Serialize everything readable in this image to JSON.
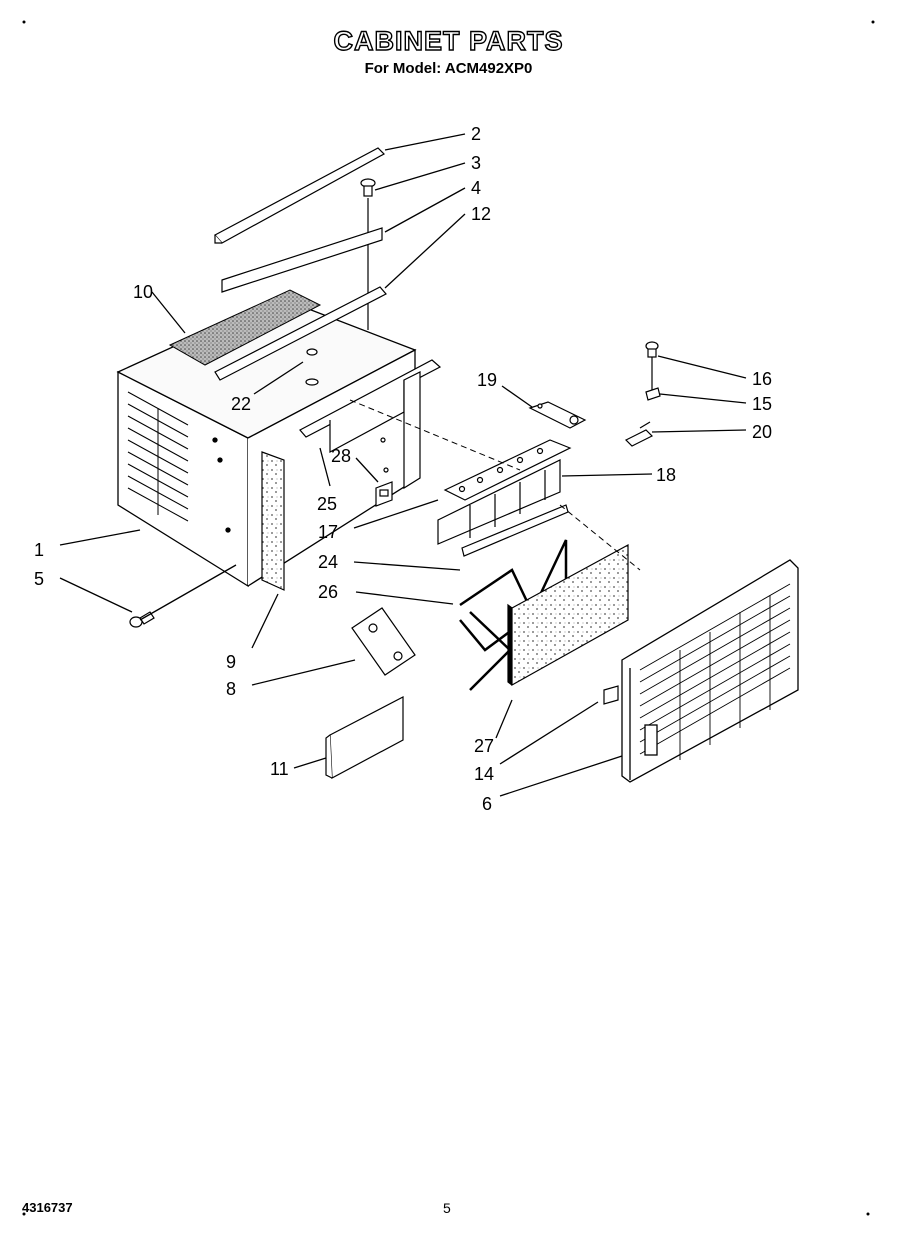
{
  "header": {
    "title": "CABINET PARTS",
    "subtitle": "For Model: ACM492XP0"
  },
  "callouts": [
    "1",
    "2",
    "3",
    "4",
    "5",
    "6",
    "8",
    "9",
    "10",
    "11",
    "12",
    "14",
    "15",
    "16",
    "17",
    "18",
    "19",
    "20",
    "22",
    "24",
    "25",
    "26",
    "27",
    "28"
  ],
  "footer": {
    "document_number": "4316737",
    "page_number": "5"
  }
}
